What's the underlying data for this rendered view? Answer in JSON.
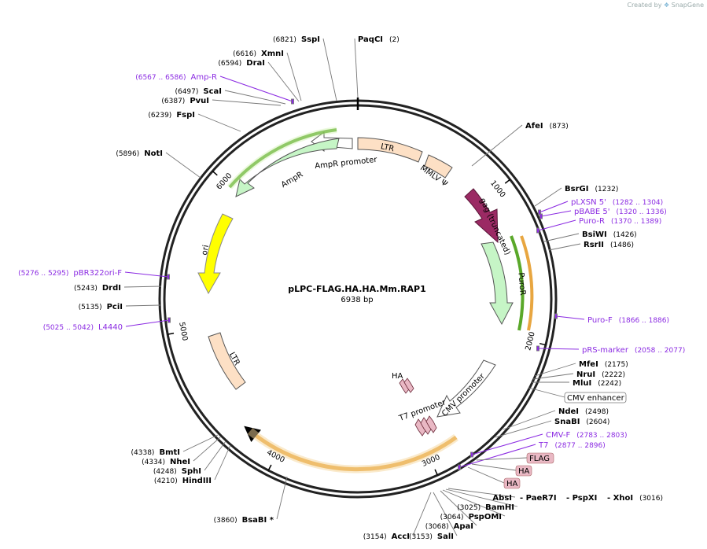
{
  "credit": {
    "prefix": "Created by",
    "brand": "SnapGene"
  },
  "plasmid": {
    "name": "pLPC-FLAG.HA.HA.Mm.RAP1",
    "length": "6938 bp"
  },
  "ticks": [
    "1000",
    "2000",
    "3000",
    "4000",
    "5000",
    "6000"
  ],
  "features": {
    "ltr_top": "LTR",
    "ampr_promoter": "AmpR promoter",
    "ampr": "AmpR",
    "mmlv": "MMLV Ψ",
    "gag": "gag (truncated)",
    "puror": "PuroR",
    "ori": "ori",
    "ltr_bottom": "LTR",
    "ha_top": "HA",
    "t7_promoter": "T7 promoter",
    "cmv_promoter": "CMV promoter"
  },
  "sites": [
    {
      "name": "SspI",
      "pos": "(6821)"
    },
    {
      "name": "PaqCI",
      "pos": "(2)"
    },
    {
      "name": "XmnI",
      "pos": "(6616)"
    },
    {
      "name": "DraI",
      "pos": "(6594)"
    },
    {
      "name": "ScaI",
      "pos": "(6497)"
    },
    {
      "name": "PvuI",
      "pos": "(6387)"
    },
    {
      "name": "FspI",
      "pos": "(6239)"
    },
    {
      "name": "NotI",
      "pos": "(5896)"
    },
    {
      "name": "AfeI",
      "pos": "(873)"
    },
    {
      "name": "BsrGI",
      "pos": "(1232)"
    },
    {
      "name": "BsiWI",
      "pos": "(1426)"
    },
    {
      "name": "RsrII",
      "pos": "(1486)"
    },
    {
      "name": "DrdI",
      "pos": "(5243)"
    },
    {
      "name": "PciI",
      "pos": "(5135)"
    },
    {
      "name": "MfeI",
      "pos": "(2175)"
    },
    {
      "name": "NruI",
      "pos": "(2222)"
    },
    {
      "name": "MluI",
      "pos": "(2242)"
    },
    {
      "name": "NdeI",
      "pos": "(2498)"
    },
    {
      "name": "SnaBI",
      "pos": "(2604)"
    },
    {
      "name": "BmtI",
      "pos": "(4338)"
    },
    {
      "name": "NheI",
      "pos": "(4334)"
    },
    {
      "name": "SphI",
      "pos": "(4248)"
    },
    {
      "name": "HindIII",
      "pos": "(4210)"
    },
    {
      "name": "BsaBI *",
      "pos": "(3860)"
    },
    {
      "name": "AccI",
      "pos": "(3154)"
    },
    {
      "name": "SalI",
      "pos": "(3153)"
    },
    {
      "name": "ApaI",
      "pos": "(3068)"
    },
    {
      "name": "PspOMI",
      "pos": "(3064)"
    },
    {
      "name": "BamHI",
      "pos": "(3025)"
    },
    {
      "name": "AbsI",
      "pos": ""
    },
    {
      "name": "- PaeR7I",
      "pos": ""
    },
    {
      "name": "- PspXI",
      "pos": ""
    },
    {
      "name": "- XhoI",
      "pos": "(3016)"
    }
  ],
  "primers": [
    {
      "name": "Amp-R",
      "pos": "(6567 .. 6586)"
    },
    {
      "name": "pLXSN 5'",
      "pos": "(1282 .. 1304)"
    },
    {
      "name": "pBABE 5'",
      "pos": "(1320 .. 1336)"
    },
    {
      "name": "Puro-R",
      "pos": "(1370 .. 1389)"
    },
    {
      "name": "pBR322ori-F",
      "pos": "(5276 .. 5295)"
    },
    {
      "name": "L4440",
      "pos": "(5025 .. 5042)"
    },
    {
      "name": "Puro-F",
      "pos": "(1866 .. 1886)"
    },
    {
      "name": "pRS-marker",
      "pos": "(2058 .. 2077)"
    },
    {
      "name": "CMV-F",
      "pos": "(2783 .. 2803)"
    },
    {
      "name": "T7",
      "pos": "(2877 .. 2896)"
    }
  ],
  "boxes": {
    "cmv_enhancer": "CMV enhancer",
    "flag": "FLAG",
    "ha1": "HA",
    "ha2": "HA"
  },
  "colors": {
    "primer": "#8b2be2",
    "ltr": "#fde0c5",
    "ampr": "#c6f5c6",
    "gag": "#9b2a64",
    "ori": "#ffff00",
    "tag": "#e9b8c4",
    "orf_orange": "#e8a640",
    "orf_green": "#5aa82a"
  }
}
